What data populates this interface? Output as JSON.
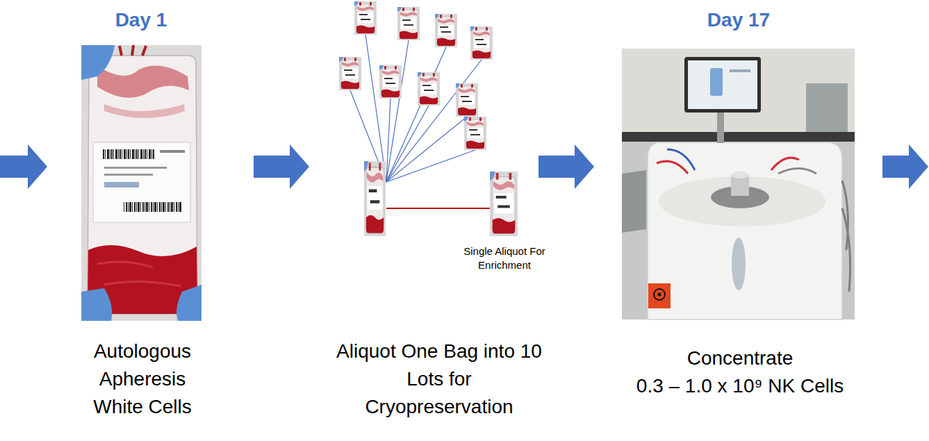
{
  "diagram": {
    "nodes": [
      {
        "text": [
          "Day 1",
          "Autologous Apheresis White Cells"
        ]
      },
      {
        "text": [
          "Aliquot One Bag into 10 Lots for Cryopreservation"
        ]
      },
      {
        "text": [
          "Day 17",
          "Concentrate 0.3 – 1.0 x 10⁹ NK Cells"
        ]
      }
    ],
    "edges": [
      {
        "from": 0,
        "to": 1,
        "arrow": "to"
      },
      {
        "from": 1,
        "to": 2,
        "arrow": "to"
      }
    ],
    "labels": [
      "Single Aliquot For Enrichment"
    ]
  }
}
